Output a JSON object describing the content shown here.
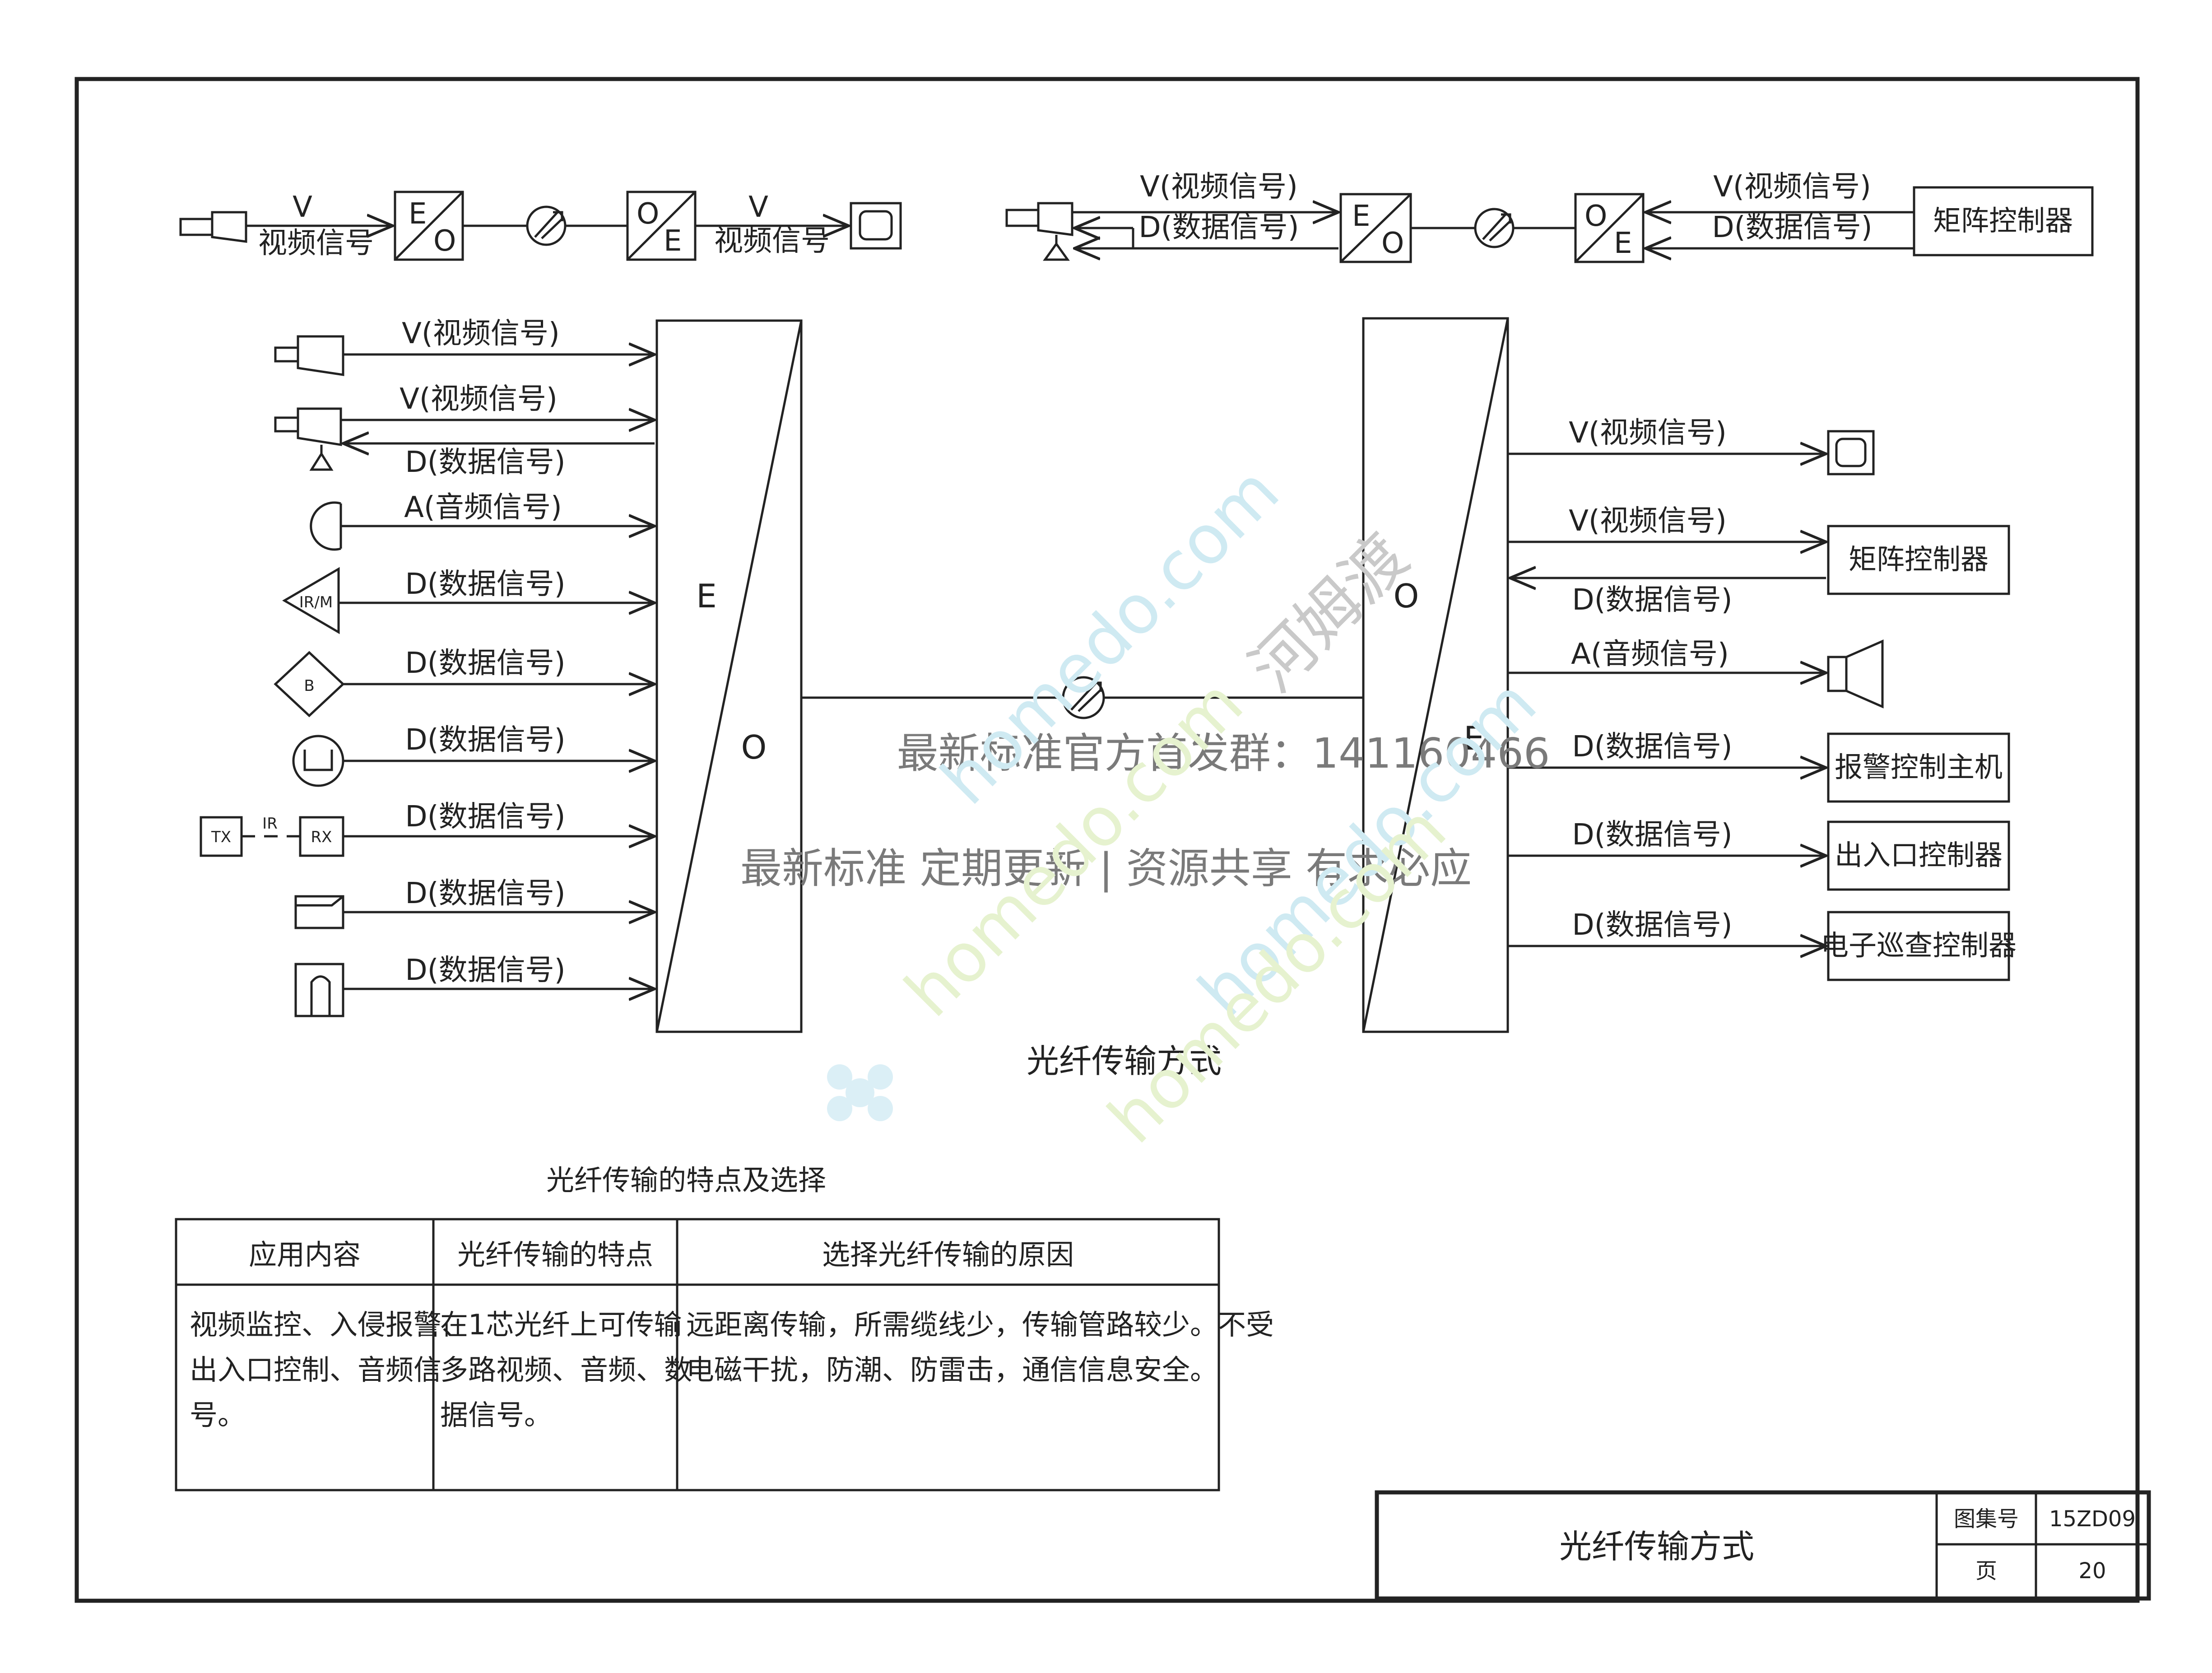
{
  "top_left": {
    "v": "V",
    "video_in": "视频信号",
    "eo_e": "E",
    "eo_o": "O",
    "oe_o": "O",
    "oe_e": "E",
    "v_out": "V",
    "video_out": "视频信号"
  },
  "top_right": {
    "v_label": "V(视频信号)",
    "d_label": "D(数据信号)",
    "eo_e": "E",
    "eo_o": "O",
    "oe_o": "O",
    "oe_e": "E",
    "v_label_r": "V(视频信号)",
    "d_label_r": "D(数据信号)",
    "matrix": "矩阵控制器"
  },
  "left_lines": [
    "V(视频信号)",
    "V(视频信号)",
    "D(数据信号)",
    "A(音频信号)",
    "D(数据信号)",
    "D(数据信号)",
    "D(数据信号)",
    "D(数据信号)",
    "D(数据信号)",
    "D(数据信号)"
  ],
  "left_icons": {
    "irm": "IR/M",
    "b": "B",
    "tx": "TX",
    "ir": "IR",
    "rx": "RX"
  },
  "converter_left": {
    "top": "E",
    "bottom": "O"
  },
  "converter_right": {
    "top": "O",
    "bottom": "E"
  },
  "right_lines": [
    "V(视频信号)",
    "V(视频信号)",
    "D(数据信号)",
    "A(音频信号)",
    "D(数据信号)",
    "D(数据信号)",
    "D(数据信号)"
  ],
  "right_boxes": [
    "矩阵控制器",
    "报警控制主机",
    "出入口控制器",
    "电子巡查控制器"
  ],
  "caption": "光纤传输方式",
  "table_title": "光纤传输的特点及选择",
  "table": {
    "headers": [
      "应用内容",
      "光纤传输的特点",
      "选择光纤传输的原因"
    ],
    "row": [
      [
        "视频监控、入侵报警、",
        "出入口控制、音频信",
        "号。"
      ],
      [
        "在1芯光纤上可传输",
        "多路视频、音频、数",
        "据信号。"
      ],
      [
        "远距离传输，所需缆线少，传输管路较少。不受",
        "电磁干扰，防潮、防雷击，通信信息安全。"
      ]
    ]
  },
  "title_block": {
    "title": "光纤传输方式",
    "atlas_label": "图集号",
    "atlas_no": "15ZD09",
    "page_label": "页",
    "page_no": "20"
  },
  "watermarks": {
    "line1": "最新标准官方首发群：141160466",
    "line2": "最新标准 定期更新 | 资源共享 有求必应",
    "brand": "河姆渡",
    "domain": "homedo.com"
  }
}
